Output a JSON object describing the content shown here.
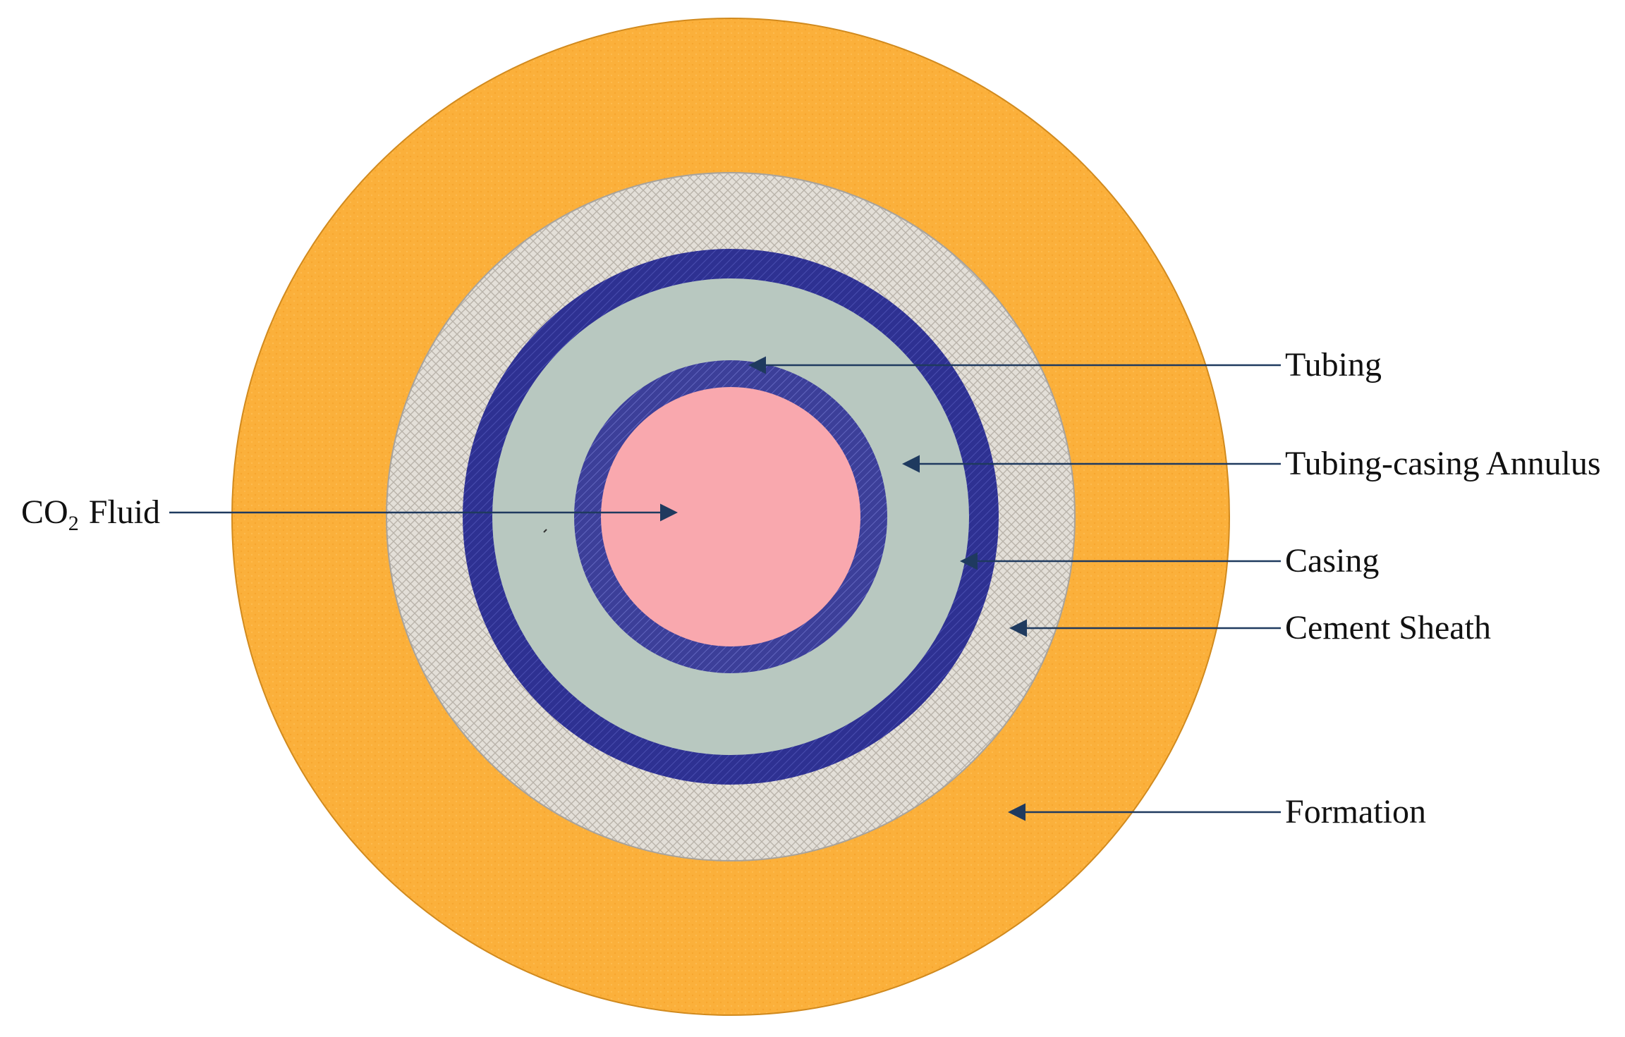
{
  "diagram": {
    "labels": {
      "tubing": "Tubing",
      "annulus": "Tubing-casing Annulus",
      "co2_fluid": "Fluid",
      "co2_prefix": "CO",
      "co2_subscript": "2",
      "casing": "Casing",
      "cement": "Cement Sheath",
      "formation": "Formation"
    },
    "colors": {
      "formation": "#FBB03B",
      "cement": "#E3DFD8",
      "casing": "#2E3192",
      "annulus": "#B8C8C0",
      "tubing": "#3C3F99",
      "fluid": "#F9A8AE",
      "leader": "#1F3A5F"
    },
    "layers": [
      "formation",
      "cement",
      "casing",
      "annulus",
      "tubing",
      "co2_fluid"
    ]
  }
}
